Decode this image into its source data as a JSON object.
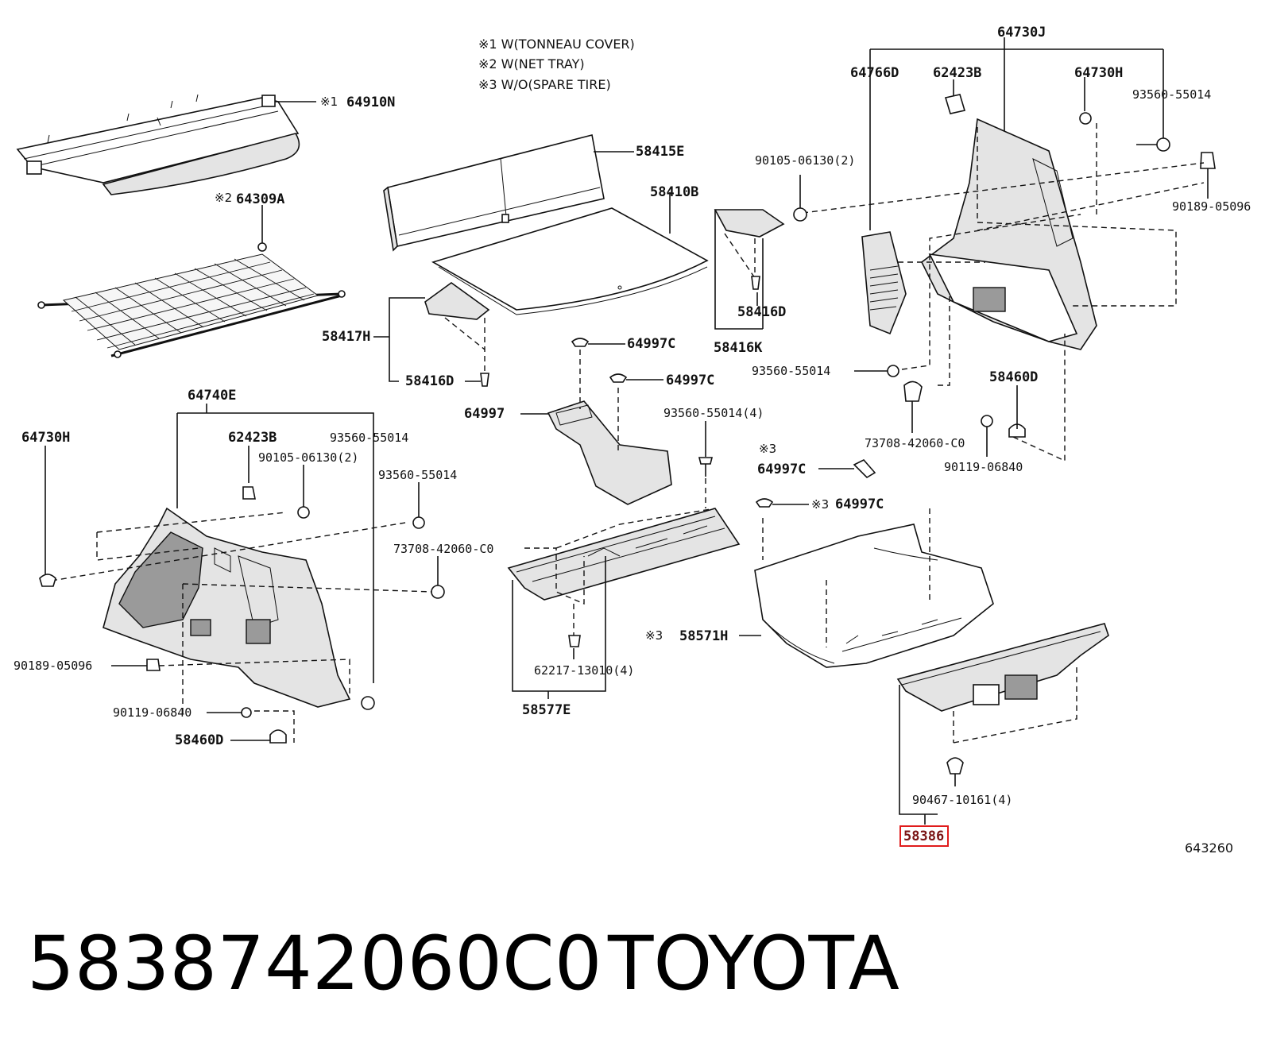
{
  "notes": {
    "n1": "※1 W(TONNEAU COVER)",
    "n2": "※2 W(NET TRAY)",
    "n3": "※3 W/O(SPARE TIRE)"
  },
  "marks": {
    "m1": "※1",
    "m2": "※2",
    "m3": "※3"
  },
  "labels": {
    "p64910N": "64910N",
    "p64309A": "64309A",
    "p58415E": "58415E",
    "p58410B": "58410B",
    "p58417H": "58417H",
    "p58416D_a": "58416D",
    "p58416D_b": "58416D",
    "p58416K": "58416K",
    "p64997C_a": "64997C",
    "p64997C_b": "64997C",
    "p64997C_c": "64997C",
    "p64997C_d": "64997C",
    "p64997": "64997",
    "p93560_55014_4": "93560-55014(4)",
    "p58577E": "58577E",
    "p62217_13010_4": "62217-13010(4)",
    "p58571H": "58571H",
    "p64740E": "64740E",
    "p64730H_l": "64730H",
    "p62423B_l": "62423B",
    "p93560_55014_l1": "93560-55014",
    "p90105_06130_2_l": "90105-06130(2)",
    "p93560_55014_l2": "93560-55014",
    "p73708_42060_C0_l": "73708-42060-C0",
    "p90189_05096_l": "90189-05096",
    "p90119_06840_l": "90119-06840",
    "p58460D_l": "58460D",
    "p64730J": "64730J",
    "p64766D": "64766D",
    "p62423B_r": "62423B",
    "p64730H_r": "64730H",
    "p93560_55014_r1": "93560-55014",
    "p90105_06130_2_r": "90105-06130(2)",
    "p90189_05096_r": "90189-05096",
    "p93560_55014_r2": "93560-55014",
    "p58460D_r": "58460D",
    "p73708_42060_C0_r": "73708-42060-C0",
    "p90119_06840_r": "90119-06840",
    "p90467_10161_4": "90467-10161(4)",
    "p58386": "58386"
  },
  "diagram_code": "643260",
  "caption": {
    "part_number": "5838742060C0",
    "brand": "TOYOTA"
  },
  "highlight_color": "#e01b1b"
}
